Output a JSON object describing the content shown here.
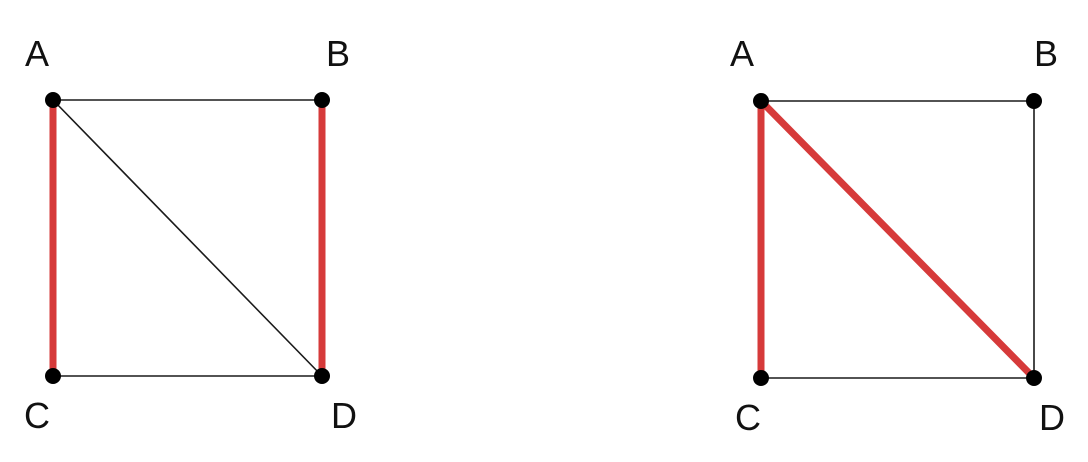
{
  "colors": {
    "background": "#ffffff",
    "edge": "#1a1a1a",
    "highlight": "#d63a3a",
    "node": "#000000",
    "label": "#111111"
  },
  "graphs": [
    {
      "name": "left-graph",
      "nodes": [
        {
          "id": "A",
          "label": "A"
        },
        {
          "id": "B",
          "label": "B"
        },
        {
          "id": "C",
          "label": "C"
        },
        {
          "id": "D",
          "label": "D"
        }
      ],
      "edges": [
        {
          "from": "A",
          "to": "B",
          "highlight": false
        },
        {
          "from": "C",
          "to": "D",
          "highlight": false
        },
        {
          "from": "A",
          "to": "D",
          "highlight": false
        },
        {
          "from": "A",
          "to": "C",
          "highlight": true
        },
        {
          "from": "B",
          "to": "D",
          "highlight": true
        }
      ]
    },
    {
      "name": "right-graph",
      "nodes": [
        {
          "id": "A",
          "label": "A"
        },
        {
          "id": "B",
          "label": "B"
        },
        {
          "id": "C",
          "label": "C"
        },
        {
          "id": "D",
          "label": "D"
        }
      ],
      "edges": [
        {
          "from": "A",
          "to": "B",
          "highlight": false
        },
        {
          "from": "B",
          "to": "D",
          "highlight": false
        },
        {
          "from": "C",
          "to": "D",
          "highlight": false
        },
        {
          "from": "A",
          "to": "C",
          "highlight": true
        },
        {
          "from": "A",
          "to": "D",
          "highlight": true
        }
      ]
    }
  ]
}
